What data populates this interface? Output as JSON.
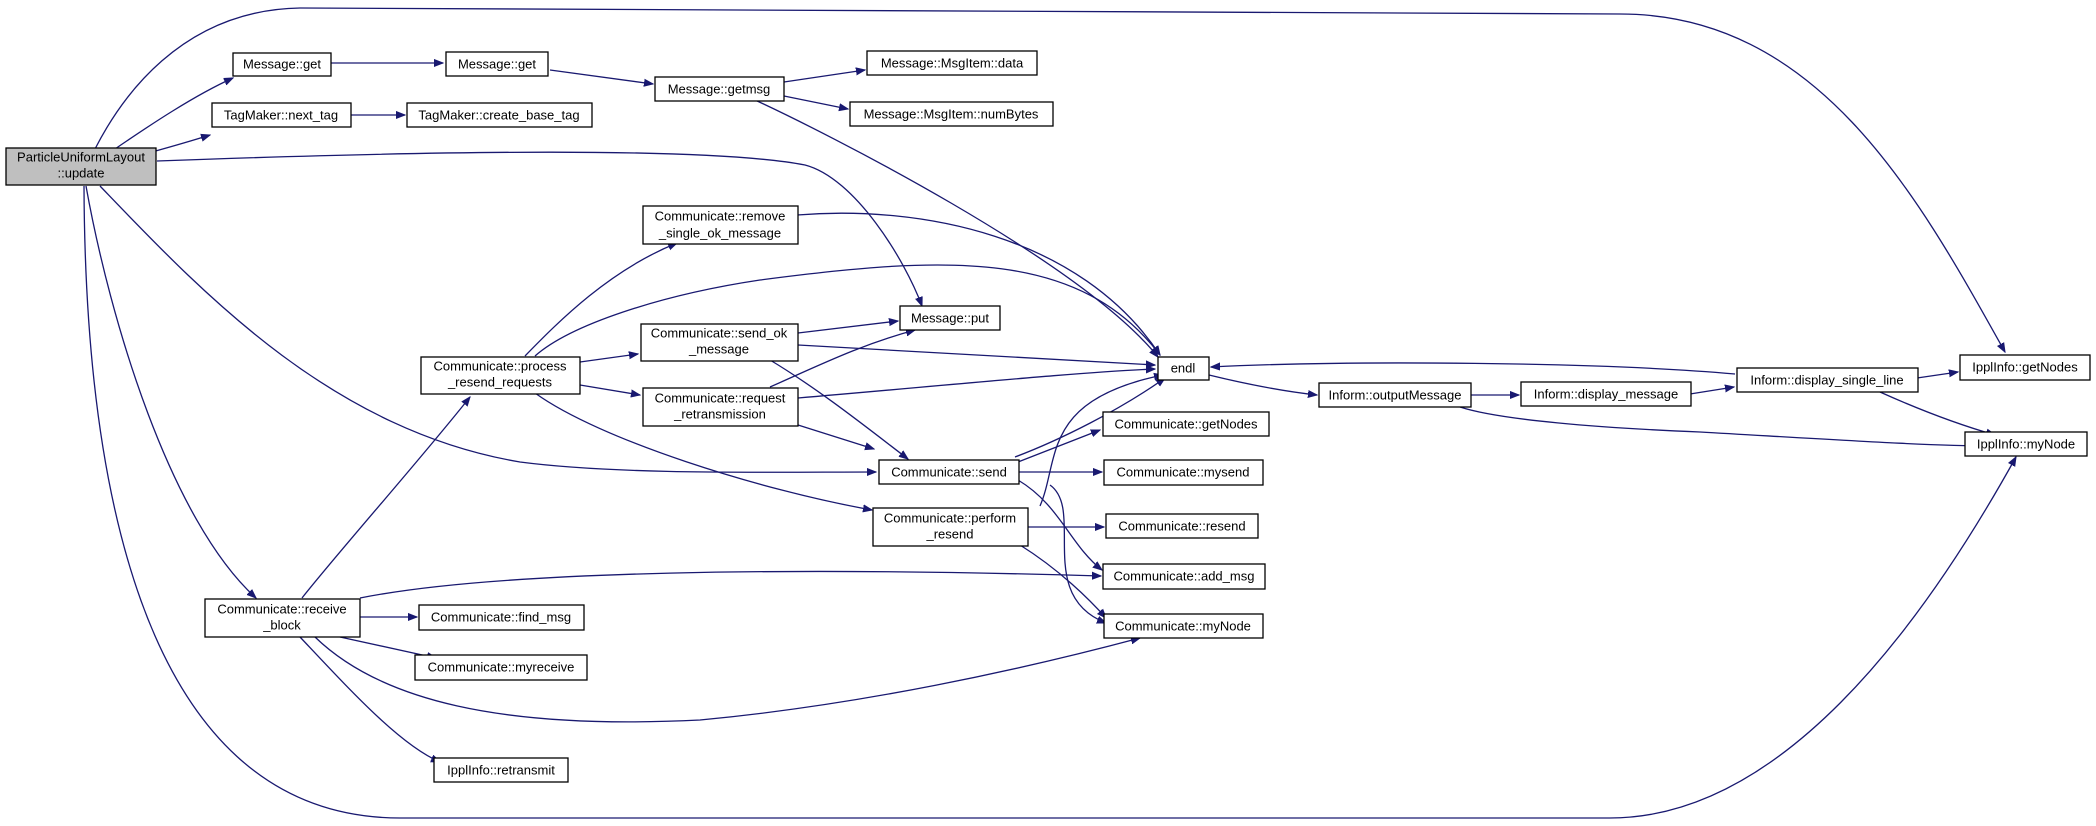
{
  "diagram": {
    "type": "call-graph",
    "colors": {
      "edge": "#191970",
      "node_border": "#000000",
      "node_fill": "#ffffff",
      "root_fill": "#bfbfbf"
    },
    "nodes": {
      "root": {
        "lines": [
          "ParticleUniformLayout",
          "::update"
        ]
      },
      "msgGet1": {
        "lines": [
          "Message::get"
        ]
      },
      "tagNext": {
        "lines": [
          "TagMaker::next_tag"
        ]
      },
      "msgGet2": {
        "lines": [
          "Message::get"
        ]
      },
      "tagBase": {
        "lines": [
          "TagMaker::create_base_tag"
        ]
      },
      "getmsg": {
        "lines": [
          "Message::getmsg"
        ]
      },
      "itemData": {
        "lines": [
          "Message::MsgItem::data"
        ]
      },
      "itemNum": {
        "lines": [
          "Message::MsgItem::numBytes"
        ]
      },
      "removeOk": {
        "lines": [
          "Communicate::remove",
          "_single_ok_message"
        ]
      },
      "msgPut": {
        "lines": [
          "Message::put"
        ]
      },
      "sendOk": {
        "lines": [
          "Communicate::send_ok",
          "_message"
        ]
      },
      "process": {
        "lines": [
          "Communicate::process",
          "_resend_requests"
        ]
      },
      "reqRetx": {
        "lines": [
          "Communicate::request",
          "_retransmission"
        ]
      },
      "endl": {
        "lines": [
          "endl"
        ]
      },
      "outMsg": {
        "lines": [
          "Inform::outputMessage"
        ]
      },
      "dispMsg": {
        "lines": [
          "Inform::display_message"
        ]
      },
      "dispLine": {
        "lines": [
          "Inform::display_single_line"
        ]
      },
      "ipplGetNodes": {
        "lines": [
          "IpplInfo::getNodes"
        ]
      },
      "ipplMyNode": {
        "lines": [
          "IpplInfo::myNode"
        ]
      },
      "commGetNodes": {
        "lines": [
          "Communicate::getNodes"
        ]
      },
      "commSend": {
        "lines": [
          "Communicate::send"
        ]
      },
      "mysend": {
        "lines": [
          "Communicate::mysend"
        ]
      },
      "perfResend": {
        "lines": [
          "Communicate::perform",
          "_resend"
        ]
      },
      "resend": {
        "lines": [
          "Communicate::resend"
        ]
      },
      "addMsg": {
        "lines": [
          "Communicate::add_msg"
        ]
      },
      "recvBlock": {
        "lines": [
          "Communicate::receive",
          "_block"
        ]
      },
      "findMsg": {
        "lines": [
          "Communicate::find_msg"
        ]
      },
      "commMyNode": {
        "lines": [
          "Communicate::myNode"
        ]
      },
      "myreceive": {
        "lines": [
          "Communicate::myreceive"
        ]
      },
      "retransmit": {
        "lines": [
          "IpplInfo::retransmit"
        ]
      }
    }
  }
}
